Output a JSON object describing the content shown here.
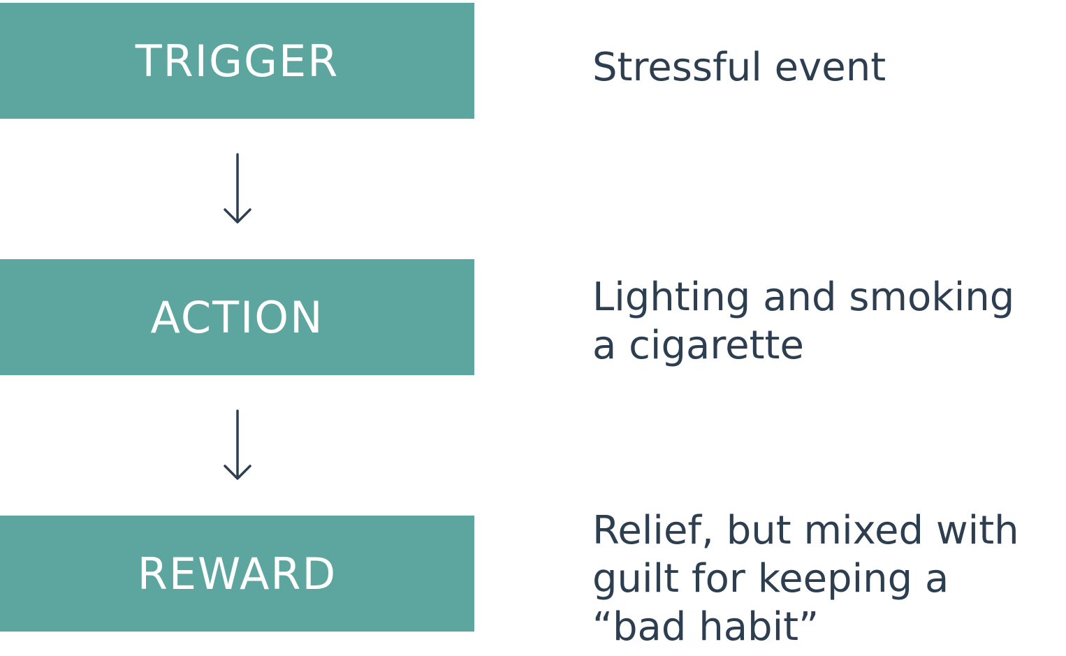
{
  "steps": [
    {
      "label": "TRIGGER",
      "description": "Stressful event"
    },
    {
      "label": "ACTION",
      "description": "Lighting and smoking\na cigarette"
    },
    {
      "label": "REWARD",
      "description": "Relief, but mixed with\nguilt for keeping a\n“bad habit”"
    }
  ],
  "colors": {
    "box": "#5da6a0",
    "box_text": "#ffffff",
    "description_text": "#2c3e50",
    "arrow": "#2c3e50"
  },
  "icons": {
    "connector": "down-arrow-icon"
  }
}
